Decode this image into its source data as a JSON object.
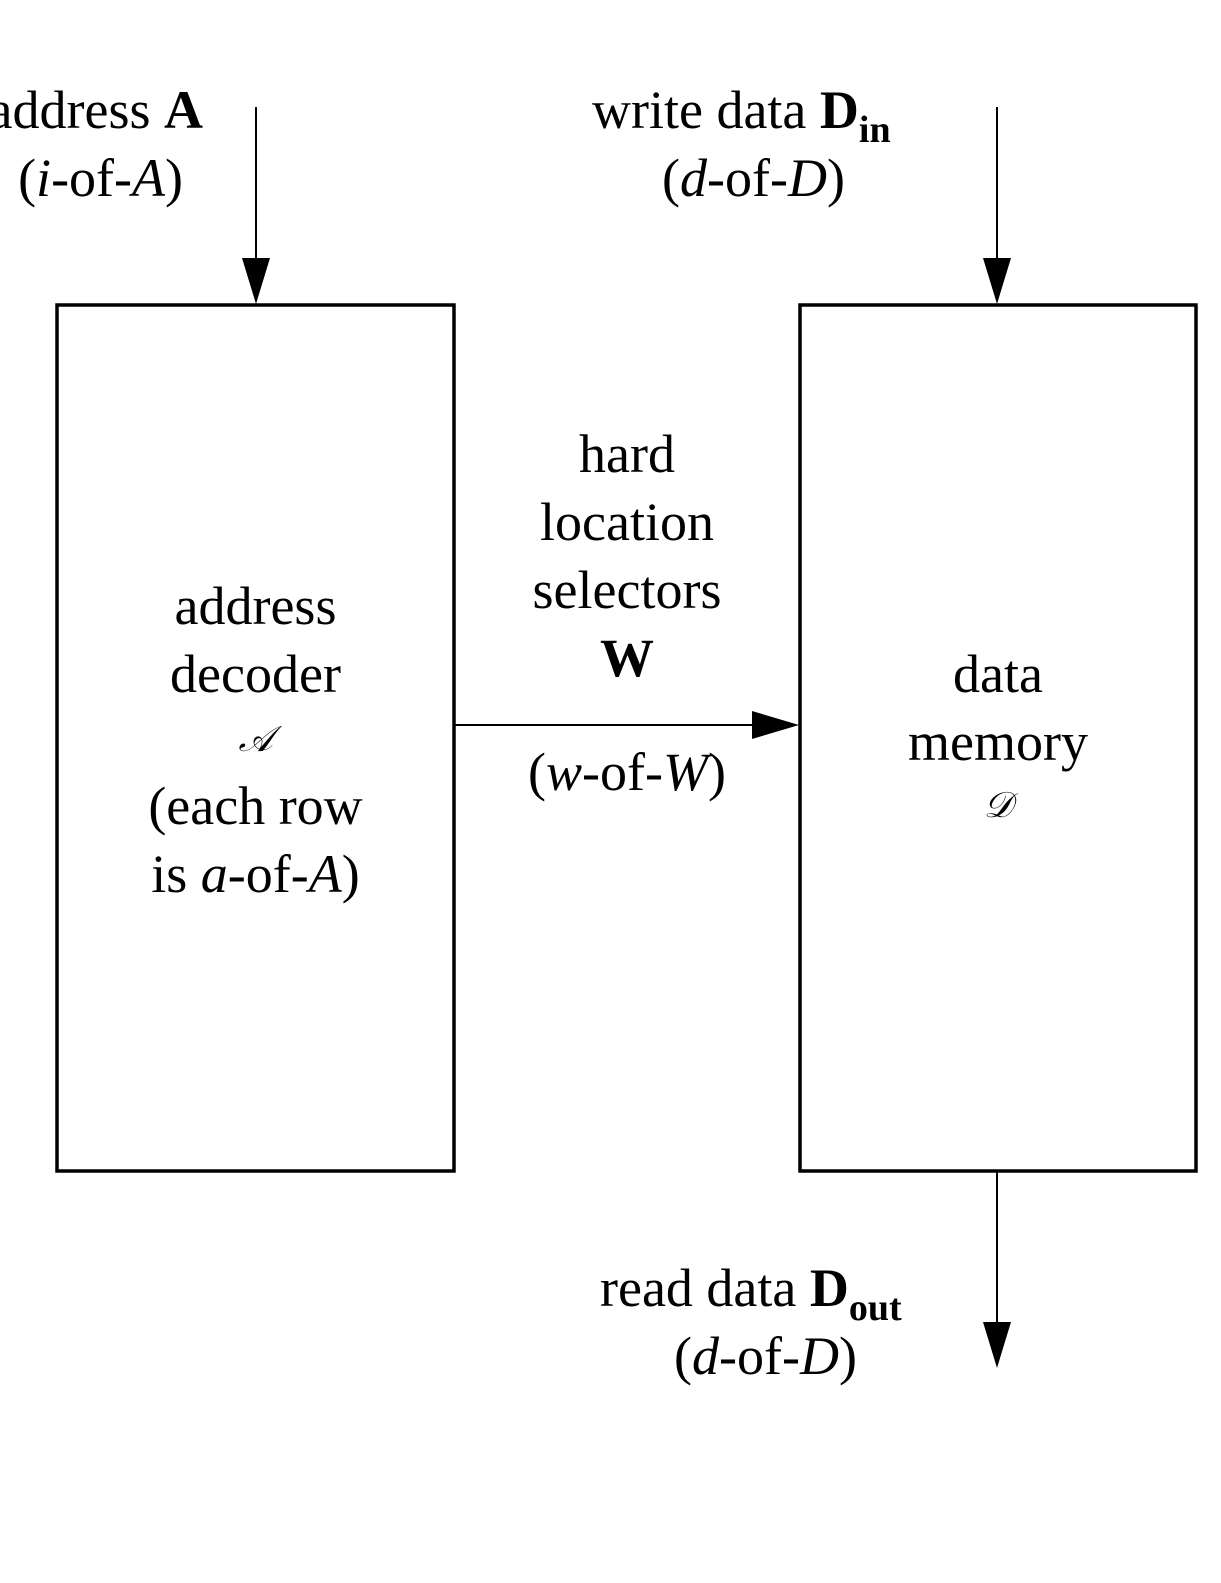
{
  "address_input": {
    "name": "address",
    "symbol": "A",
    "code_pre": "i",
    "code_of": "-of-",
    "code_post": "A"
  },
  "write_input": {
    "name": "write data",
    "symbol": "D",
    "symbol_sub": "in",
    "code_pre": "d",
    "code_of": "-of-",
    "code_post": "D"
  },
  "address_decoder": {
    "line1": "address",
    "line2": "decoder",
    "symbol": "𝒜",
    "row_line1": "(each row",
    "row_is": "is ",
    "row_pre": "a",
    "row_of": "-of-",
    "row_post": "A"
  },
  "selectors": {
    "line1": "hard",
    "line2": "location",
    "line3": "selectors",
    "symbol": "W",
    "code_pre": "w",
    "code_of": "-of-",
    "code_post": "W"
  },
  "data_memory": {
    "line1": "data",
    "line2": "memory",
    "symbol": "𝒟"
  },
  "read_output": {
    "name": "read data",
    "symbol": "D",
    "symbol_sub": "out",
    "code_pre": "d",
    "code_of": "-of-",
    "code_post": "D"
  },
  "open_paren": "(",
  "close_paren": ")",
  "colors": {
    "stroke": "#000000",
    "background": "#ffffff"
  }
}
